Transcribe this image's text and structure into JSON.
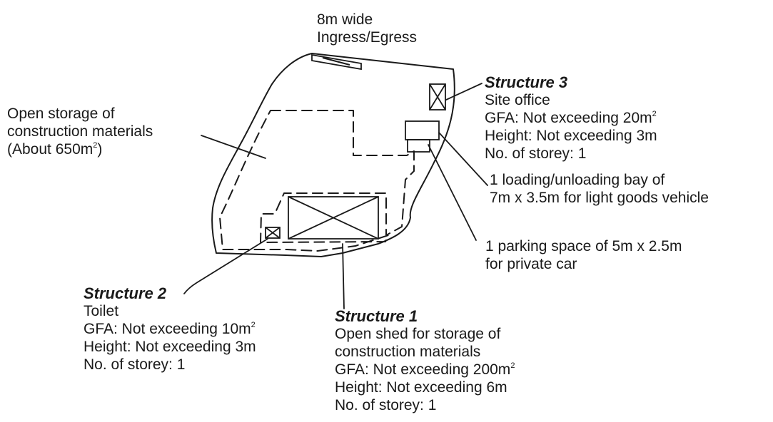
{
  "labels": {
    "ingress": {
      "line1": "8m wide",
      "line2": "Ingress/Egress"
    },
    "open_storage": {
      "line1": "Open storage of",
      "line2": "construction materials",
      "line3_pre": "(About 650m",
      "line3_sup": "2",
      "line3_post": ")"
    },
    "structure3": {
      "title": "Structure 3",
      "use": "Site office",
      "gfa_pre": "GFA: Not exceeding 20m",
      "gfa_sup": "2",
      "height": "Height: Not exceeding 3m",
      "storey": "No. of storey: 1"
    },
    "loading_bay": {
      "line1": "1 loading/unloading bay of",
      "line2": "7m x 3.5m for light goods vehicle"
    },
    "parking": {
      "line1": "1 parking space of 5m x 2.5m",
      "line2": "for private car"
    },
    "structure2": {
      "title": "Structure 2",
      "use": "Toilet",
      "gfa_pre": "GFA: Not exceeding 10m",
      "gfa_sup": "2",
      "height": "Height: Not exceeding 3m",
      "storey": "No. of storey: 1"
    },
    "structure1": {
      "title": "Structure 1",
      "use_line1": "Open shed for storage of",
      "use_line2": "construction materials",
      "gfa_pre": "GFA: Not exceeding 200m",
      "gfa_sup": "2",
      "height": "Height: Not exceeding 6m",
      "storey": "No. of storey: 1"
    }
  }
}
